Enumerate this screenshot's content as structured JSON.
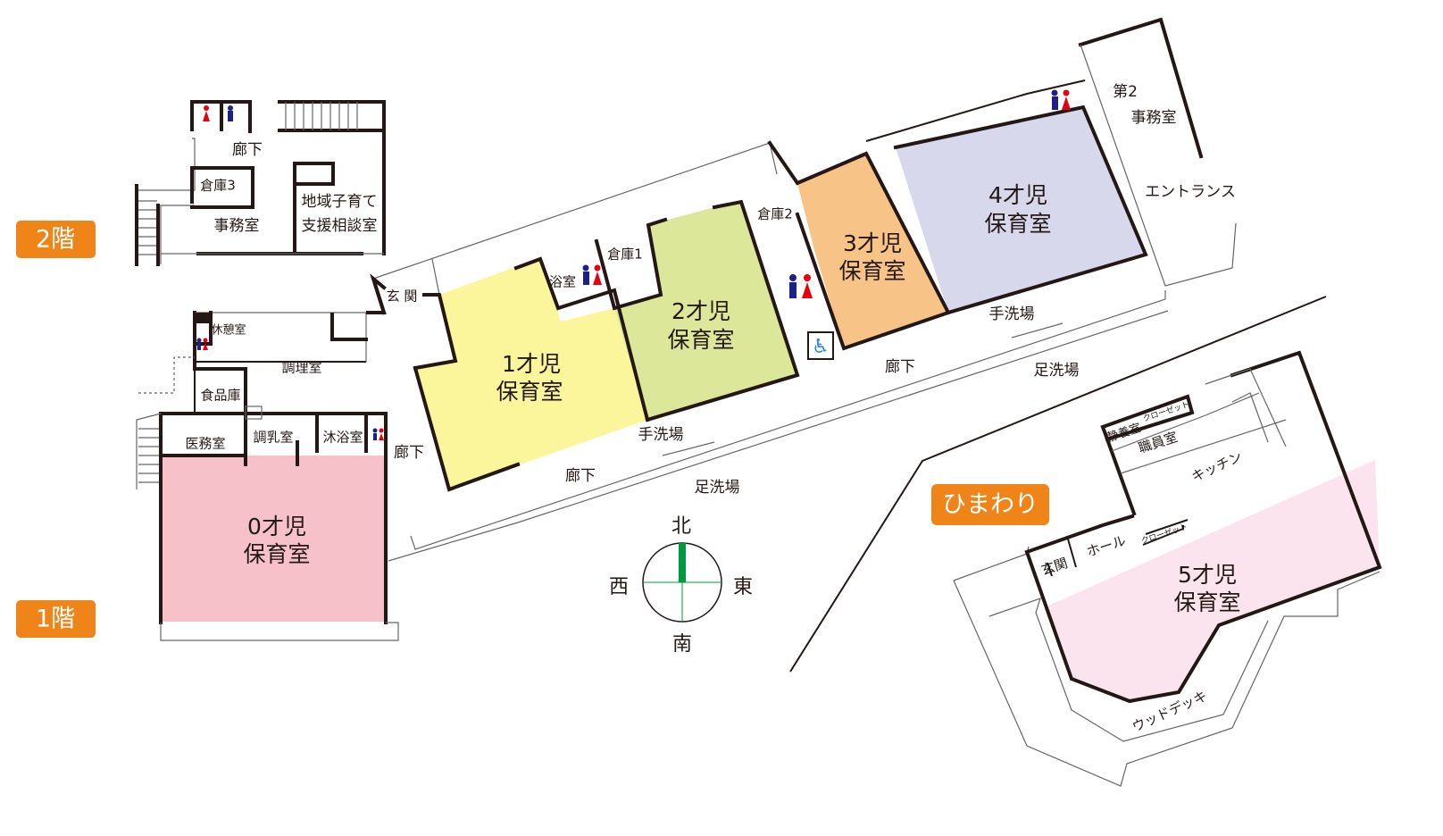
{
  "floors": {
    "second": "2階",
    "first": "1階",
    "annex": "ひまわり"
  },
  "colors": {
    "badge": "#ef8419",
    "room0": "#f6c1c8",
    "room1": "#fbf59c",
    "room2": "#dce79a",
    "room3": "#f8c387",
    "room4": "#d8d8ec",
    "room5": "#fbe4ee",
    "compass": "#009a3e",
    "male": "#1d2087",
    "female": "#e60012",
    "accessible": "#2a8ad4"
  },
  "second_floor": {
    "corridor": "廊下",
    "storage3": "倉庫3",
    "office": "事務室",
    "support_1": "地域子育て",
    "support_2": "支援相談室"
  },
  "first_floor": {
    "rest": "休憩室",
    "kitchen": "調理室",
    "pantry": "食品庫",
    "medical": "医務室",
    "formula": "調乳室",
    "bath_baby": "沐浴室",
    "corridor_w": "廊下",
    "room0_a": "0才児",
    "room0_b": "保育室",
    "entrance": "玄 関",
    "bath": "浴室",
    "storage1": "倉庫1",
    "storage2": "倉庫2",
    "room1_a": "1才児",
    "room1_b": "保育室",
    "room2_a": "2才児",
    "room2_b": "保育室",
    "room3_a": "3才児",
    "room3_b": "保育室",
    "room4_a": "4才児",
    "room4_b": "保育室",
    "office2_a": "第2",
    "office2_b": "事務室",
    "main_entrance": "エントランス",
    "handwash_e": "手洗場",
    "corridor_e": "廊下",
    "footwash_e": "足洗場",
    "handwash_w": "手洗場",
    "corridor_s": "廊下",
    "footwash_w": "足洗場"
  },
  "compass": {
    "north": "北",
    "south": "南",
    "east": "東",
    "west": "西"
  },
  "annex": {
    "quiet": "静養室",
    "closet1": "クローゼット",
    "staff": "職員室",
    "kitchen": "キッチン",
    "entrance": "玄関",
    "hall": "ホール",
    "closet2": "クローゼット",
    "room5_a": "5才児",
    "room5_b": "保育室",
    "deck": "ウッドデッキ"
  }
}
